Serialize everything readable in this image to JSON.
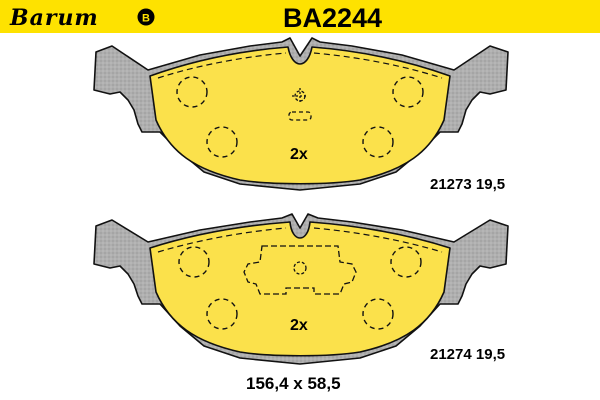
{
  "header": {
    "brand": "Barum",
    "part_number": "BA2244"
  },
  "colors": {
    "accent": "#FEE200",
    "pad_fill": "#FBE14B",
    "backing_plate": "#A9A9A9",
    "outline": "#111111"
  },
  "pads": [
    {
      "quantity": "2x",
      "code": "21273 19,5"
    },
    {
      "quantity": "2x",
      "code": "21274 19,5"
    }
  ],
  "dimensions": "156,4 x 58,5"
}
